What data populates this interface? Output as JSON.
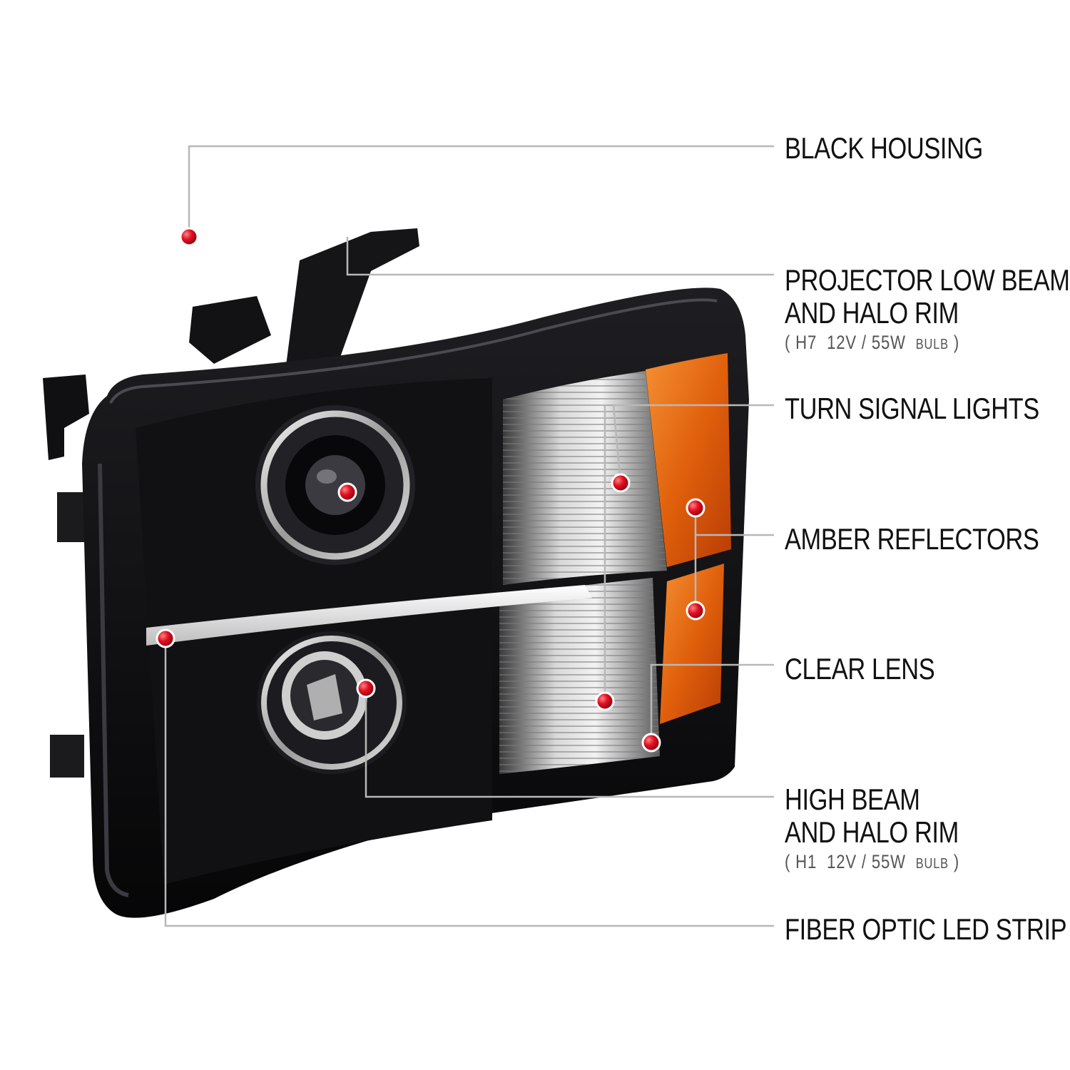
{
  "callouts": {
    "black_housing": "BLACK HOUSING",
    "projector_low_beam": {
      "line1": "PROJECTOR LOW BEAM",
      "line2": "AND HALO RIM",
      "spec_open": "( ",
      "spec_code": "H7",
      "spec_rating": "12V / 55W",
      "spec_unit": "BULB",
      "spec_close": " )"
    },
    "turn_signal": "TURN SIGNAL LIGHTS",
    "amber_reflectors": "AMBER REFLECTORS",
    "clear_lens": "CLEAR LENS",
    "high_beam": {
      "line1": "HIGH BEAM",
      "line2": "AND HALO RIM",
      "spec_open": "( ",
      "spec_code": "H1",
      "spec_rating": "12V / 55W",
      "spec_unit": "BULB",
      "spec_close": " )"
    },
    "fiber_optic": "FIBER OPTIC LED STRIP"
  },
  "colors": {
    "background": "#ffffff",
    "housing": "#0d0d0f",
    "amber": "#e0600c",
    "callout_dot": "#e01020",
    "leader_line": "#b8b8b8",
    "label_text": "#111111"
  }
}
